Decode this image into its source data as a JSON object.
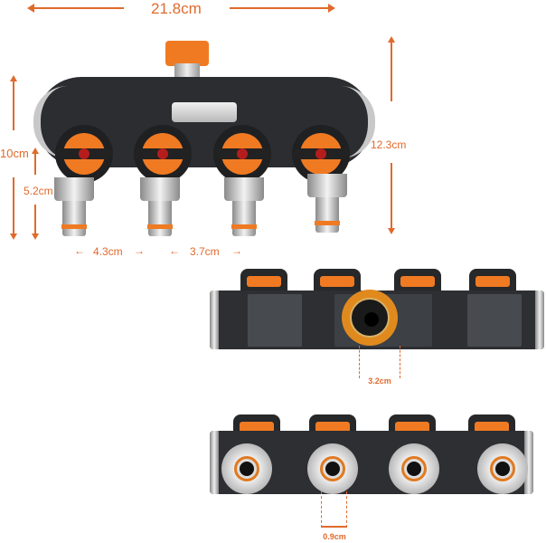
{
  "product": "4-way garden hose splitter with valves",
  "colors": {
    "accent": "#e06a2c",
    "body": "#2b2d30",
    "valve": "#f07a22",
    "metal": "#c8c8c8"
  },
  "front_view": {
    "width_label": "21.8cm",
    "height_label": "12.3cm",
    "body_height_label": "10cm",
    "outlet_height_label": "5.2cm",
    "outlet_spacing_outer_label": "4.3cm",
    "outlet_spacing_inner_label": "3.7cm",
    "outlet_count": 4
  },
  "top_view": {
    "inlet_diameter_label": "3.2cm"
  },
  "bottom_view": {
    "outlet_bore_label": "0.9cm"
  }
}
